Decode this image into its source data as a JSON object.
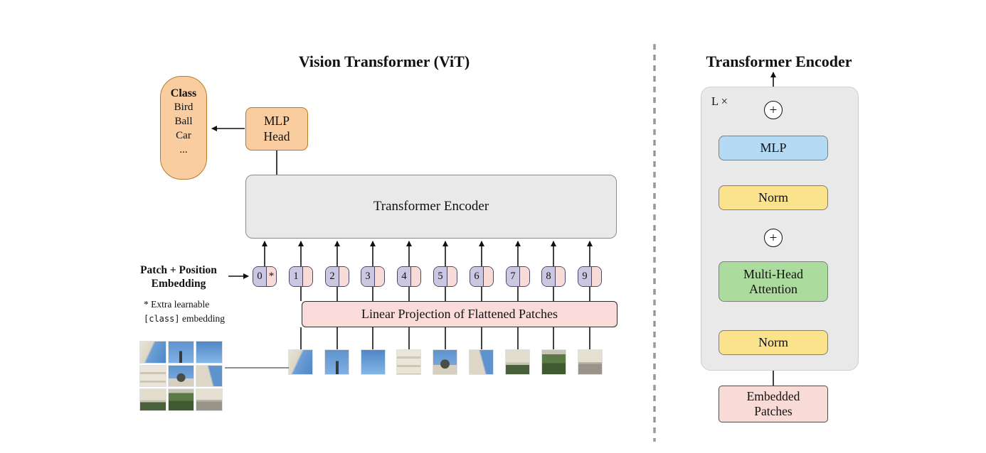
{
  "left": {
    "title": "Vision Transformer (ViT)",
    "class_bubble": {
      "title": "Class",
      "items": [
        "Bird",
        "Ball",
        "Car",
        "..."
      ]
    },
    "mlp_head": {
      "line1": "MLP",
      "line2": "Head"
    },
    "transformer_encoder_label": "Transformer Encoder",
    "patch_position_label": {
      "line1": "Patch + Position",
      "line2": "Embedding"
    },
    "note": {
      "line1": "* Extra learnable",
      "line2_code": "[class]",
      "line2_rest": " embedding"
    },
    "tokens": [
      "0",
      "1",
      "2",
      "3",
      "4",
      "5",
      "6",
      "7",
      "8",
      "9"
    ],
    "class_token_star": "*",
    "linear_projection_label": "Linear Projection of Flattened Patches"
  },
  "right": {
    "title": "Transformer Encoder",
    "repeat_label": "L ×",
    "plus": "+",
    "mlp_label": "MLP",
    "norm_label_top": "Norm",
    "norm_label_bottom": "Norm",
    "attention_label": {
      "line1": "Multi-Head",
      "line2": "Attention"
    },
    "embedded_patches_label": {
      "line1": "Embedded",
      "line2": "Patches"
    }
  },
  "colors": {
    "orange_fill": "#F9CDA0",
    "orange_border": "#B97B2A",
    "gray_fill": "#E9E9E9",
    "gray_border": "#8C8C8C",
    "purple_fill": "#CBC7E2",
    "purple_border": "#4A4668",
    "pink_fill": "#F8DAD6",
    "linproj_fill": "#F9DCD9",
    "yellow_fill": "#FBE38D",
    "green_fill": "#ACDB9E",
    "blue_fill": "#B5DBF4",
    "box_border_gray": "#7F7F7F",
    "wire": "#111111",
    "divider": "#999999"
  }
}
